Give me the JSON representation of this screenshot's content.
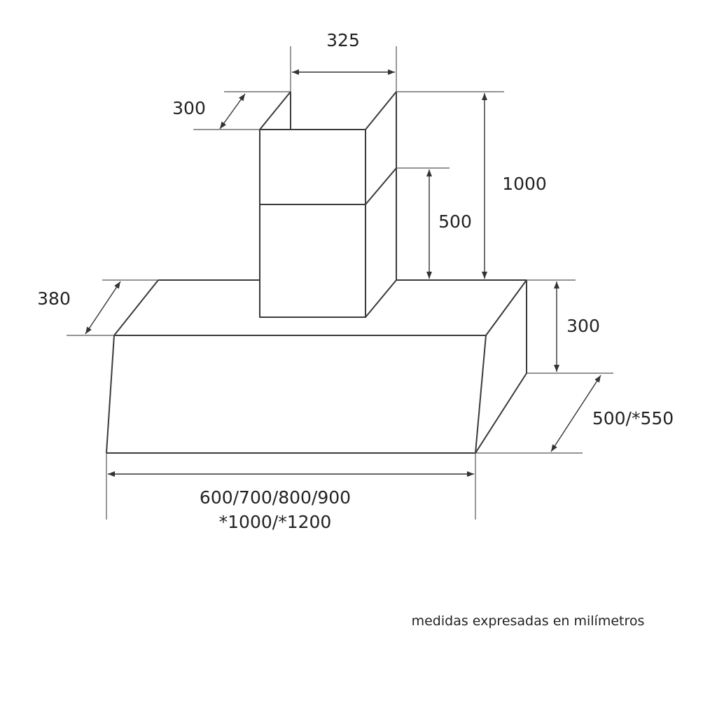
{
  "dimensions": {
    "chimney_width": "325",
    "chimney_depth": "300",
    "chimney_height": "1000",
    "chimney_section": "500",
    "canopy_depth_top": "380",
    "canopy_height": "300",
    "canopy_depth_bottom": "500/*550",
    "canopy_width_line1": "600/700/800/900",
    "canopy_width_line2": "*1000/*1200"
  },
  "note": "medidas expresadas en milímetros",
  "colors": {
    "line": "#3a3a3a",
    "text": "#222222",
    "background": "#ffffff"
  }
}
